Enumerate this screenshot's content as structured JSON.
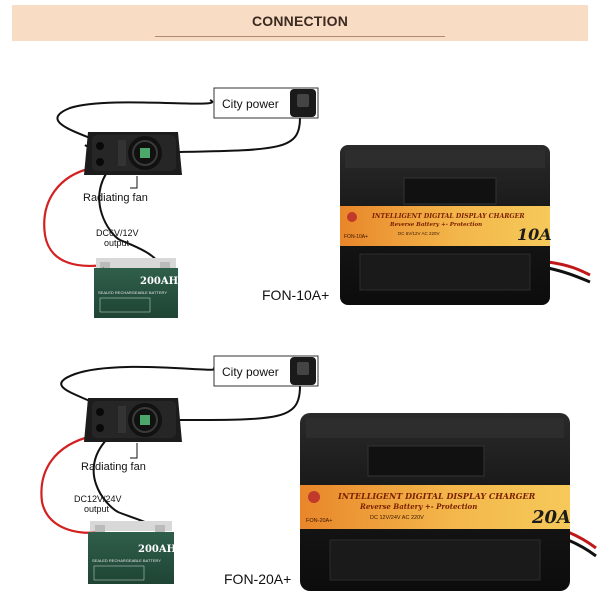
{
  "title": "CONNECTION",
  "diagrams": [
    {
      "city_power": "City power",
      "fan_label": "Radiating fan",
      "output_line1": "DC6V/12V",
      "output_line2": "output",
      "plus": "+",
      "minus": "-",
      "battery_capacity": "200AH",
      "battery_text": "SEALED RECHARGEABLE BATTERY",
      "charger_line1": "INTELLIGENT DIGITAL DISPLAY CHARGER",
      "charger_line2": "Reverse Battery +- Protection",
      "charger_line3": "DC 6V/12V AC 220V",
      "charger_model_small": "FON-10A+",
      "charger_amp": "10A",
      "model": "FON-10A+"
    },
    {
      "city_power": "City power",
      "fan_label": "Radiating fan",
      "output_line1": "DC12V/24V",
      "output_line2": "output",
      "plus": "+",
      "minus": "-",
      "battery_capacity": "200AH",
      "battery_text": "SEALED RECHARGEABLE BATTERY",
      "charger_line1": "INTELLIGENT DIGITAL DISPLAY CHARGER",
      "charger_line2": "Reverse Battery +- Protection",
      "charger_line3": "DC 12V/24V AC 220V",
      "charger_model_small": "FON-20A+",
      "charger_amp": "20A",
      "model": "FON-20A+"
    }
  ]
}
